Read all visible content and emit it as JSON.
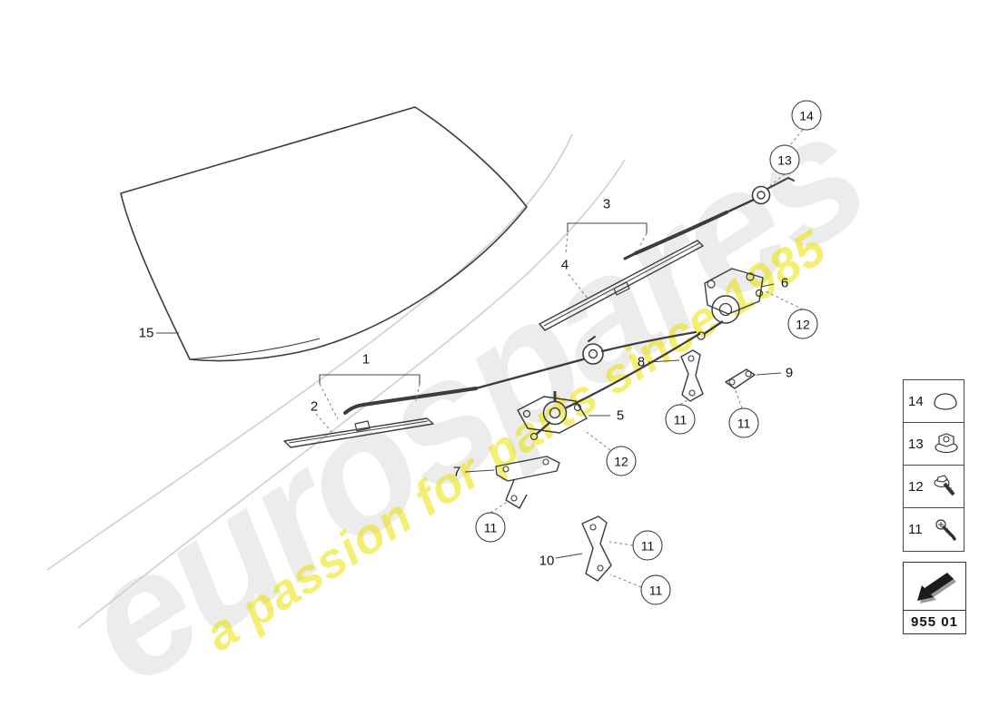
{
  "watermark": {
    "brand": "eurospares",
    "tagline": "a passion for parts since 1985"
  },
  "labels": {
    "n1": "1",
    "n2": "2",
    "n3": "3",
    "n4": "4",
    "n5": "5",
    "n6": "6",
    "n7": "7",
    "n8": "8",
    "n9": "9",
    "n10": "10",
    "n11": "11",
    "n12": "12",
    "n13": "13",
    "n14": "14",
    "n15": "15"
  },
  "legend": {
    "items": [
      {
        "label": "14",
        "icon": "cap-icon"
      },
      {
        "label": "13",
        "icon": "flange-nut-icon"
      },
      {
        "label": "12",
        "icon": "flange-bolt-icon"
      },
      {
        "label": "11",
        "icon": "screw-icon"
      }
    ]
  },
  "footer_box": {
    "part_code": "955 01",
    "icon": "direction-arrow-icon"
  },
  "colors": {
    "line": "#3c3c3c",
    "leader": "#8a8a8a",
    "watermark_gray": "#ececec",
    "watermark_yellow": "#ebe200"
  }
}
